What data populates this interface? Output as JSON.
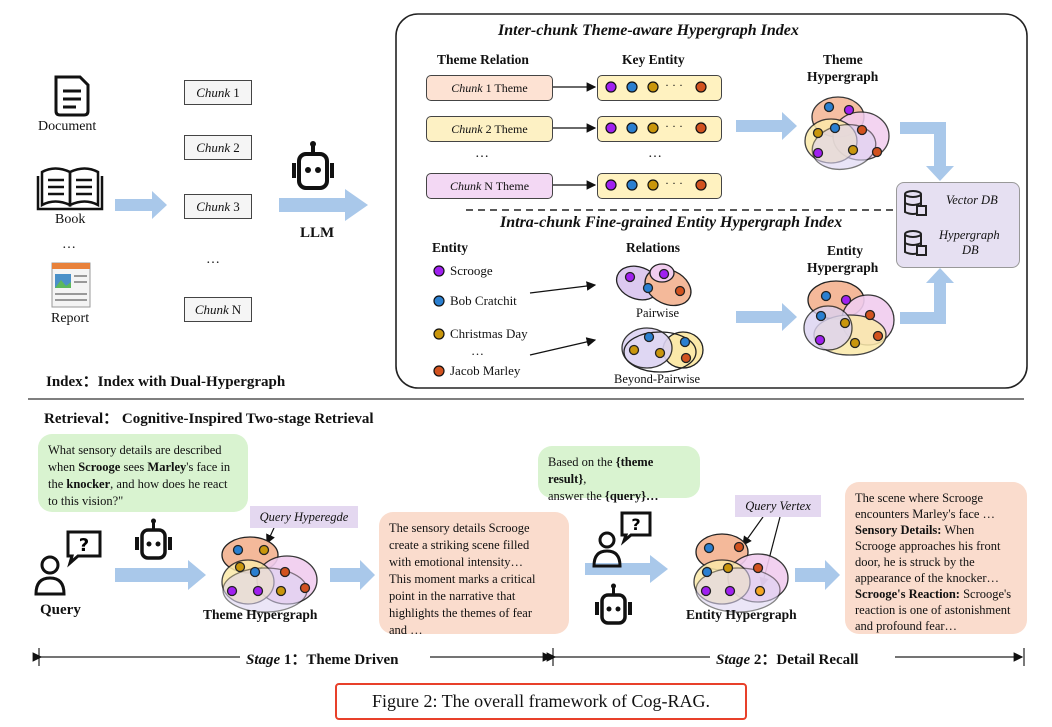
{
  "index_section": {
    "sources": {
      "document": "Document",
      "book": "Book",
      "dots": "…",
      "report": "Report"
    },
    "chunks": {
      "c1_em": "Chunk",
      "c1": "1",
      "c2_em": "Chunk",
      "c2": "2",
      "c3_em": "Chunk",
      "c3": "3",
      "dots": "…",
      "cn_em": "Chunk",
      "cn": "N"
    },
    "llm_label": "LLM",
    "inter_title": "Inter-chunk Theme-aware Hypergraph Index",
    "theme_relation_header": "Theme Relation",
    "key_entity_header": "Key Entity",
    "theme_rows": [
      {
        "em": "Chunk",
        "text": "1 Theme"
      },
      {
        "em": "Chunk",
        "text": "2 Theme"
      },
      {
        "em": "Chunk",
        "text": "N Theme"
      }
    ],
    "row_dots": "…",
    "key_dots": "…",
    "ellipsis": "· · ·",
    "theme_hypergraph_label_1": "Theme",
    "theme_hypergraph_label_2": "Hypergraph",
    "db": {
      "vector": "Vector DB",
      "hyper_1": "Hypergraph",
      "hyper_2": "DB"
    },
    "intra_title": "Intra-chunk Fine-grained Entity Hypergraph Index",
    "entity_header": "Entity",
    "relations_header": "Relations",
    "entities": [
      "Scrooge",
      "Bob Cratchit",
      "Christmas Day",
      "Jacob Marley"
    ],
    "entity_dots": "…",
    "pairwise": "Pairwise",
    "beyond_pairwise": "Beyond-Pairwise",
    "entity_hypergraph_label_1": "Entity",
    "entity_hypergraph_label_2": "Hypergraph",
    "index_caption": "Index：Index with Dual-Hypergraph"
  },
  "retrieval_section": {
    "caption": "Retrieval： Cognitive-Inspired Two-stage Retrieval",
    "query_bubble": {
      "l1": "What sensory details are described",
      "l2a": "when ",
      "l2b": "Scrooge",
      "l2c": " sees ",
      "l2d": "Marley",
      "l2e": "'s face in",
      "l3a": "the ",
      "l3b": "knocker",
      "l3c": ", and how does he react",
      "l4": "to this vision?\""
    },
    "query_label": "Query",
    "query_hyperedge": "Query Hyperegde",
    "theme_hypergraph": "Theme Hypergraph",
    "theme_answer": [
      "The sensory details Scrooge",
      "create a striking scene filled",
      "with emotional intensity…",
      "This moment marks a critical",
      "point in the narrative that",
      "highlights the themes of fear",
      "and …"
    ],
    "prompt_bubble": {
      "l1a": "Based on the ",
      "l1b": "{theme result}",
      "l1c": ",",
      "l2a": "answer the ",
      "l2b": "{query}…"
    },
    "query_vertex": "Query Vertex",
    "entity_hypergraph": "Entity Hypergraph",
    "final_answer": {
      "l1": "The scene where Scrooge",
      "l2": "encounters Marley's face …",
      "l3a": "Sensory Details:",
      "l3b": " When",
      "l4": "Scrooge approaches his front",
      "l5": "door, he is struck by the",
      "l6": "appearance of the knocker…",
      "l7a": "Scrooge's Reaction:",
      "l7b": " Scrooge's",
      "l8": "reaction is one of astonishment",
      "l9": "and profound fear…"
    },
    "stage1_em": "Stage",
    "stage1": "1：Theme Driven",
    "stage2_em": "Stage",
    "stage2": "2：Detail Recall"
  },
  "figure_caption": "Figure 2: The overall framework of Cog-RAG.",
  "colors": {
    "arrow_blue": "#a9c8ea",
    "theme1": "#fde2d3",
    "theme2": "#fdf1c4",
    "themeN": "#f3d8f4",
    "purple_node": "#a020f0",
    "blue_node": "#2a7fd0",
    "gold_node": "#c9960c",
    "red_node": "#d2521f",
    "db_box": "#e6e0f2",
    "caption_border": "#e8402a"
  }
}
